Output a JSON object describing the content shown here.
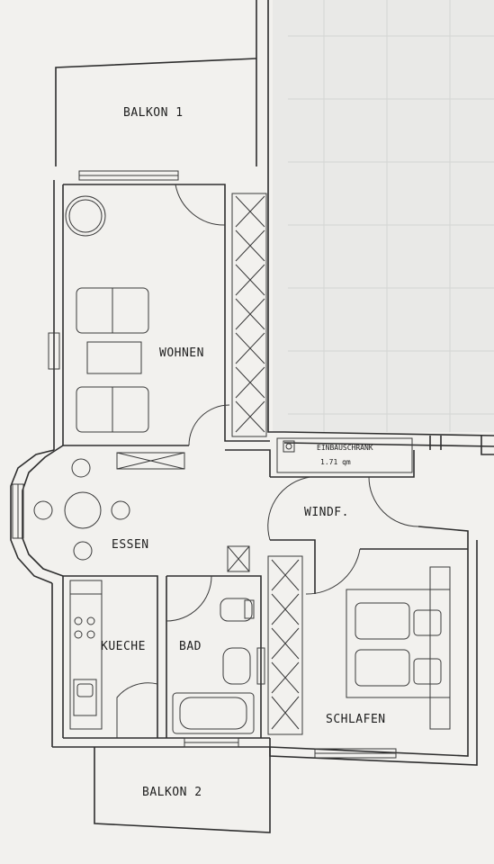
{
  "rooms": {
    "balkon1": "BALKON 1",
    "wohnen": "WOHNEN",
    "essen": "ESSEN",
    "windf": "WINDF.",
    "kueche": "KUECHE",
    "bad": "BAD",
    "schlafen": "SCHLAFEN",
    "balkon2": "BALKON 2"
  },
  "fixtures": {
    "einbauschrank": "EINBAUSCHRANK",
    "einbauschrank_size": "1.71 qm"
  },
  "colors": {
    "paper": "#f2f1ee",
    "ink": "#2e2e2e",
    "grid": "#d4d5d3"
  }
}
